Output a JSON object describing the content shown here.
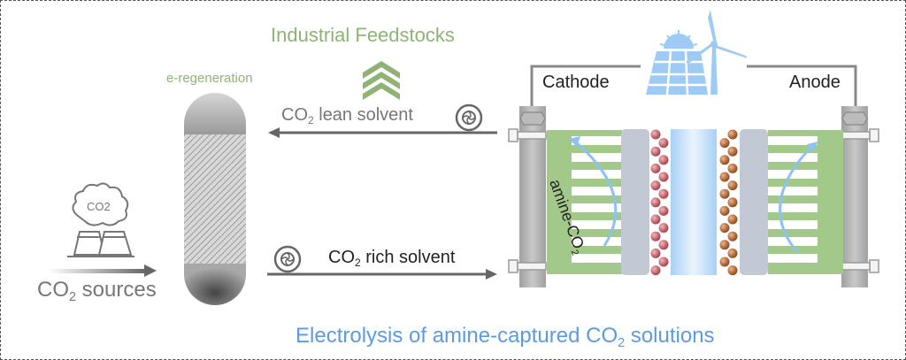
{
  "title": "Industrial Feedstocks",
  "regeneration_label": "e-regeneration",
  "lean_solvent": {
    "prefix": "CO",
    "sub": "2",
    "suffix": " lean solvent"
  },
  "rich_solvent": {
    "prefix": "CO",
    "sub": "2",
    "suffix": " rich solvent"
  },
  "sources": {
    "prefix": "CO",
    "sub": "2",
    "suffix": " sources"
  },
  "factory_icon_text": "CO2",
  "cathode_label": "Cathode",
  "anode_label": "Anode",
  "amine_label": {
    "prefix": "amine-CO",
    "sub": "2"
  },
  "caption": {
    "prefix": "Electrolysis of amine-captured CO",
    "sub": "2",
    "suffix": " solutions"
  },
  "colors": {
    "green": "#8fb275",
    "blue": "#5b9be0",
    "grey": "#777777",
    "cathode_particle": "#c0505a",
    "anode_particle": "#b8612a"
  }
}
